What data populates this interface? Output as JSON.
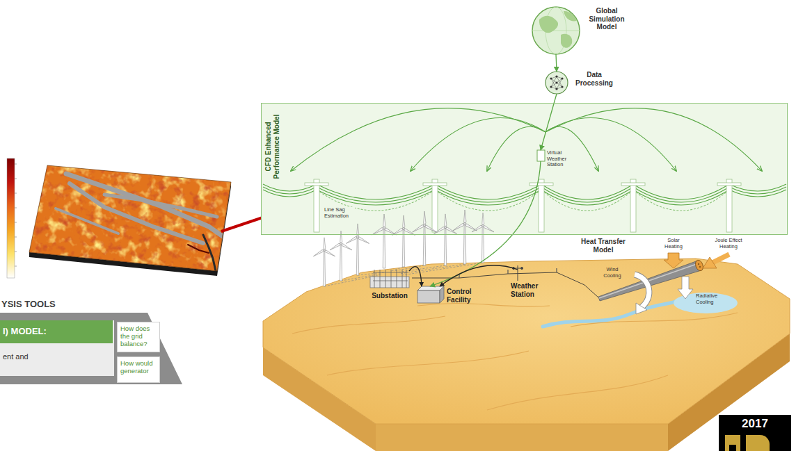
{
  "diagram": {
    "nodes": [
      {
        "text": [
          "Global Simulation Model"
        ]
      },
      {
        "text": [
          "Data Processing"
        ]
      },
      {
        "text": [
          "CFD Enhanced Performance Model"
        ]
      },
      {
        "text": [
          "Virtual Weather Station"
        ],
        "in": 2
      },
      {
        "text": [
          "Substation"
        ]
      },
      {
        "text": [
          "Control Facility"
        ]
      },
      {
        "text": [
          "Weather Station"
        ]
      },
      {
        "text": [
          "I) MODEL:",
          "ent and"
        ]
      },
      {
        "text": [
          "How does the grid balance?"
        ]
      },
      {
        "text": [
          "How would generator"
        ]
      },
      {
        "text": [
          "2017"
        ]
      }
    ],
    "edges": [
      {
        "from": 0,
        "to": 1,
        "arrow": "to"
      },
      {
        "from": 1,
        "to": 3,
        "arrow": "to"
      },
      {
        "from": 3,
        "to": 5,
        "arrow": "to"
      },
      {
        "from": 4,
        "to": 5,
        "arrow": "to"
      },
      {
        "from": 6,
        "to": 5,
        "arrow": "to"
      }
    ],
    "labels": [
      "YSIS TOOLS",
      "Line Sag Estimation",
      "Heat Transfer Model",
      "Solar Heating",
      "Joule Effect Heating",
      "Wind Cooling",
      "Radiative Cooling"
    ]
  }
}
